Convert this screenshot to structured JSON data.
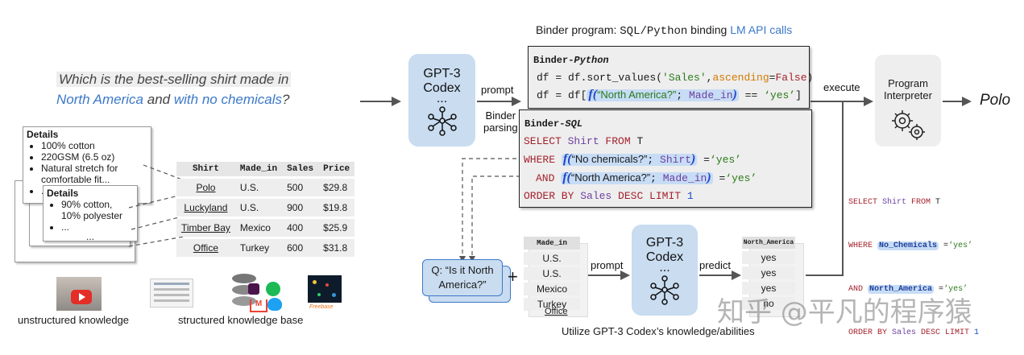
{
  "question": {
    "line1": "Which is the best-selling shirt made in",
    "part_na": "North America",
    "part_and": "and",
    "part_chem": "with no chemicals",
    "part_q": "?"
  },
  "details_back": {
    "title": "Details",
    "items": [
      "100% cotton",
      "220GSM (6.5 oz)",
      "Natural stretch for comfortable fit...",
      "..."
    ]
  },
  "details_front": {
    "title": "Details",
    "items": [
      "90% cotton, 10% polyester",
      "..."
    ],
    "footer": "..."
  },
  "shirt_table": {
    "headers": [
      "Shirt",
      "Made_in",
      "Sales",
      "Price"
    ],
    "rows": [
      [
        "Polo",
        "U.S.",
        "500",
        "$29.8"
      ],
      [
        "Luckyland",
        "U.S.",
        "900",
        "$19.8"
      ],
      [
        "Timber Bay",
        "Mexico",
        "400",
        "$25.9"
      ],
      [
        "Office",
        "Turkey",
        "600",
        "$31.8"
      ]
    ]
  },
  "knowledge": {
    "unstructured": "unstructured knowledge",
    "structured": "structured knowledge base",
    "freebase": "Freebase"
  },
  "gpt_top": {
    "line1": "GPT-3",
    "line2": "Codex",
    "dots": "..."
  },
  "gpt_bottom": {
    "line1": "GPT-3",
    "line2": "Codex",
    "dots": "..."
  },
  "arrows": {
    "prompt_top": "prompt",
    "binder_parsing_1": "Binder",
    "binder_parsing_2": "parsing",
    "execute": "execute",
    "prompt_bottom": "prompt",
    "predict": "predict"
  },
  "binder_title": {
    "pre": "Binder program: ",
    "code": "SQL/Python",
    "mid": " binding ",
    "link": "LM API calls"
  },
  "python_box": {
    "head1": "Binder-",
    "head2": "Python",
    "line1_a": "df = df.sort_values(",
    "line1_b": "'Sales'",
    "line1_c": ",",
    "line1_d": "ascending",
    "line1_e": "=",
    "line1_f": "False",
    "line1_g": ")",
    "line2_a": "df = df[",
    "line2_f": "f(",
    "line2_b": "“North America?”",
    "line2_c": "; ",
    "line2_d": "Made_in",
    "line2_e": ")",
    "line2_g": " == ",
    "line2_h": "‘yes’",
    "line2_i": "]"
  },
  "sql_box": {
    "head1": "Binder-",
    "head2": "SQL",
    "l1_kw": "SELECT",
    "l1_col": " Shirt",
    "l1_kw2": " FROM",
    "l1_t": " T",
    "l2_kw": "WHERE",
    "l2_fn": "f(",
    "l2_str": "“No chemicals?”",
    "l2_sep": "; ",
    "l2_col": "Shirt",
    "l2_end": ")",
    "l2_eq": " =",
    "l2_val": "‘yes’",
    "l3_kw": "AND",
    "l3_fn": "f(",
    "l3_str": "“North America?”",
    "l3_sep": "; ",
    "l3_col": "Made_in",
    "l3_end": ")",
    "l3_eq": " =",
    "l3_val": "‘yes’",
    "l4_kw": "ORDER BY",
    "l4_col": " Sales",
    "l4_kw2": " DESC LIMIT",
    "l4_num": " 1"
  },
  "interpreter": {
    "line1": "Program",
    "line2": "Interpreter"
  },
  "output": "Polo",
  "small_sql": {
    "l1_kw": "SELECT",
    "l1_col": " Shirt",
    "l1_kw2": " FROM",
    "l1_t": " T",
    "l2_kw": "WHERE",
    "l2_col": "No_Chemicals",
    "l2_eq": " =",
    "l2_val": "‘yes’",
    "l3_kw": "AND",
    "l3_col": "North_America",
    "l3_eq": " =",
    "l3_val": "‘yes’",
    "l4_kw": "ORDER BY",
    "l4_col": " Sales",
    "l4_kw2": " DESC LIMIT",
    "l4_num": " 1"
  },
  "qbox": {
    "line1": "Q: “Is it North",
    "line2": "America?”",
    "plus": "+"
  },
  "madein_table": {
    "header": "Made_in",
    "values": [
      "U.S.",
      "U.S.",
      "Mexico",
      "Turkey"
    ],
    "peek": "Office"
  },
  "na_table": {
    "header": "North_America",
    "values": [
      "yes",
      "yes",
      "yes",
      "no"
    ]
  },
  "utilize": "Utilize GPT-3 Codex’s  knowledge/abilities",
  "watermark": "知乎 @平凡的程序猿",
  "colors": {
    "accent_blue": "#3b78c9",
    "gpt_fill": "#c9dcf0",
    "keyword_red": "#a3222c"
  }
}
